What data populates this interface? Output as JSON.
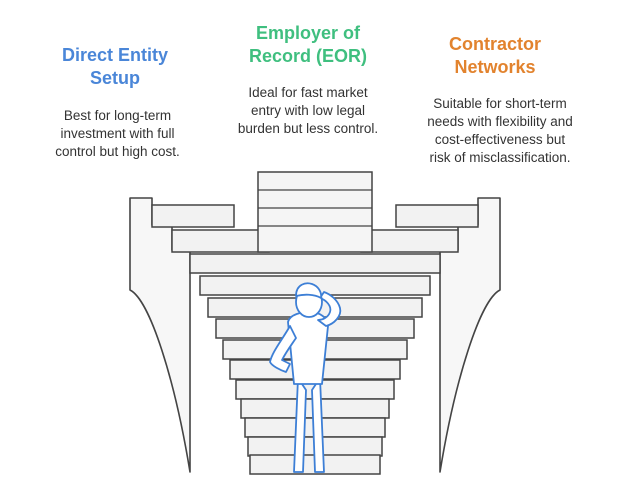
{
  "options": [
    {
      "title": "Direct Entity\nSetup",
      "description": "Best for long-term\ninvestment with full\ncontrol but high cost."
    },
    {
      "title": "Employer of\nRecord (EOR)",
      "description": "Ideal for fast market\nentry with low legal\nburden but less control."
    },
    {
      "title": "Contractor\nNetworks",
      "description": "Suitable for short-term\nneeds with flexibility and\ncost-effectiveness but\nrisk of misclassification."
    }
  ],
  "colors": {
    "direct": "#4a86d8",
    "eor": "#3fbf7f",
    "contractor": "#e2832e",
    "stroke": "#444444",
    "step_fill": "#f2f2f2",
    "person": "#3d7fd6",
    "person_fill": "#ffffff"
  },
  "icons": {
    "figure": "thinking-person-icon"
  }
}
